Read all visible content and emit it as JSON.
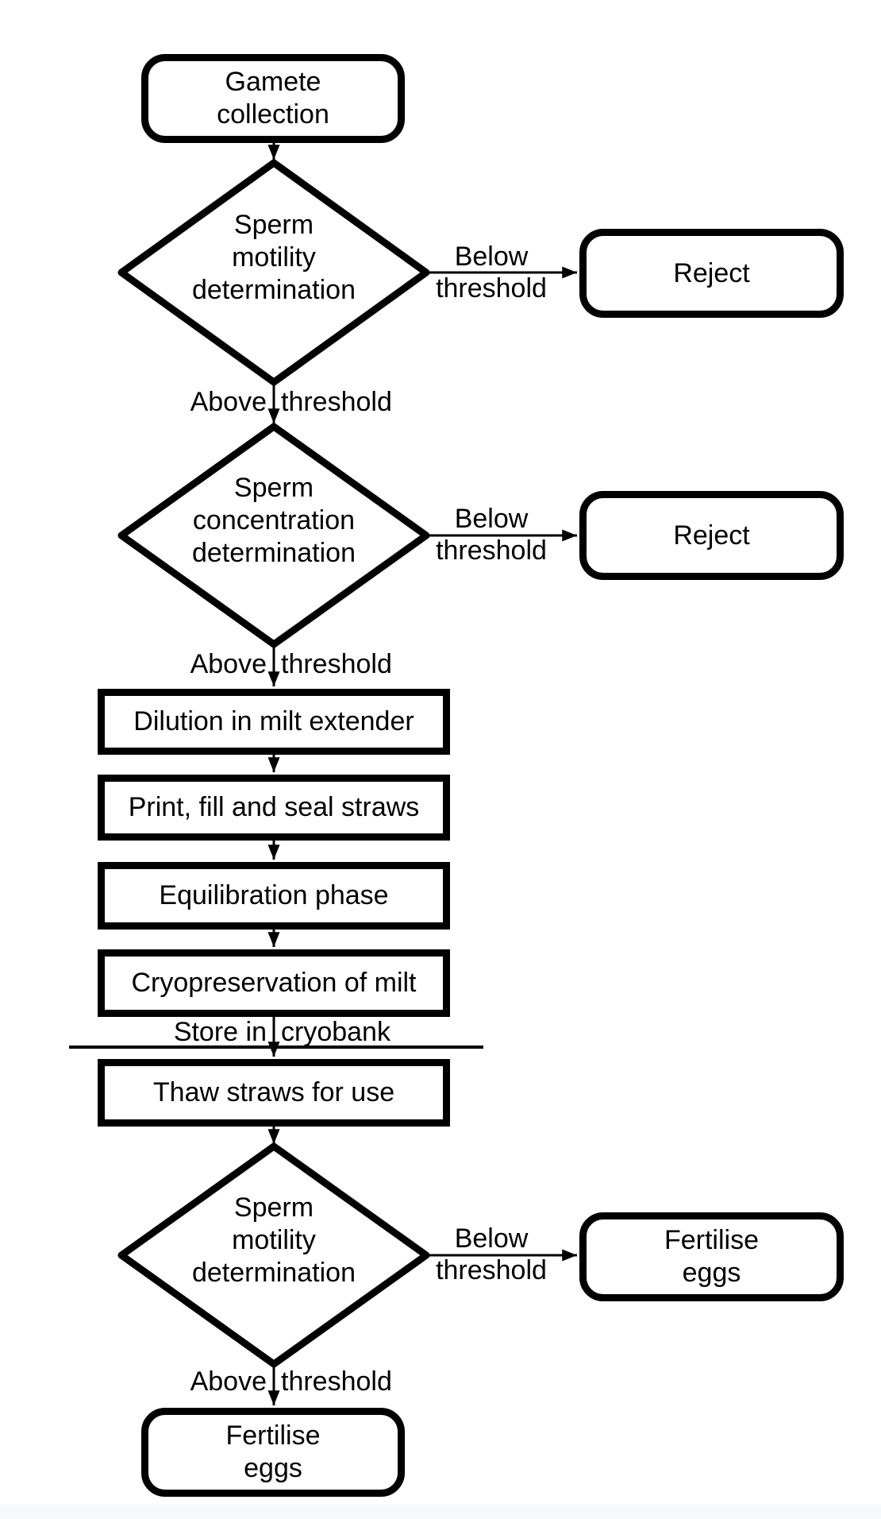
{
  "diagram": {
    "nodes": {
      "gamete_collection": "Gamete\ncollection",
      "sperm_motility_1": "Sperm\nmotility\ndetermination",
      "reject_1": "Reject",
      "sperm_concentration": "Sperm\nconcentration\ndetermination",
      "reject_2": "Reject",
      "dilution": "Dilution in milt extender",
      "print_fill_seal": "Print, fill and seal straws",
      "equilibration": "Equilibration phase",
      "cryopreservation": "Cryopreservation of milt",
      "thaw": "Thaw straws for use",
      "sperm_motility_2": "Sperm\nmotility\ndetermination",
      "fertilise_eggs_right": "Fertilise\neggs",
      "fertilise_eggs_bottom": "Fertilise\neggs"
    },
    "edge_labels": {
      "below_1": {
        "line1": "Below",
        "line2": "threshold"
      },
      "above_1": {
        "word1": "Above",
        "word2": "threshold"
      },
      "below_2": {
        "line1": "Below",
        "line2": "threshold"
      },
      "above_2": {
        "word1": "Above",
        "word2": "threshold"
      },
      "store_in_cryobank": {
        "word1": "Store in",
        "word2": "cryobank"
      },
      "below_3": {
        "line1": "Below",
        "line2": "threshold"
      },
      "above_3": {
        "word1": "Above",
        "word2": "threshold"
      }
    },
    "colors": {
      "stroke": "#000000",
      "background": "#ffffff",
      "footer_strip": "#f7f8f9"
    }
  }
}
